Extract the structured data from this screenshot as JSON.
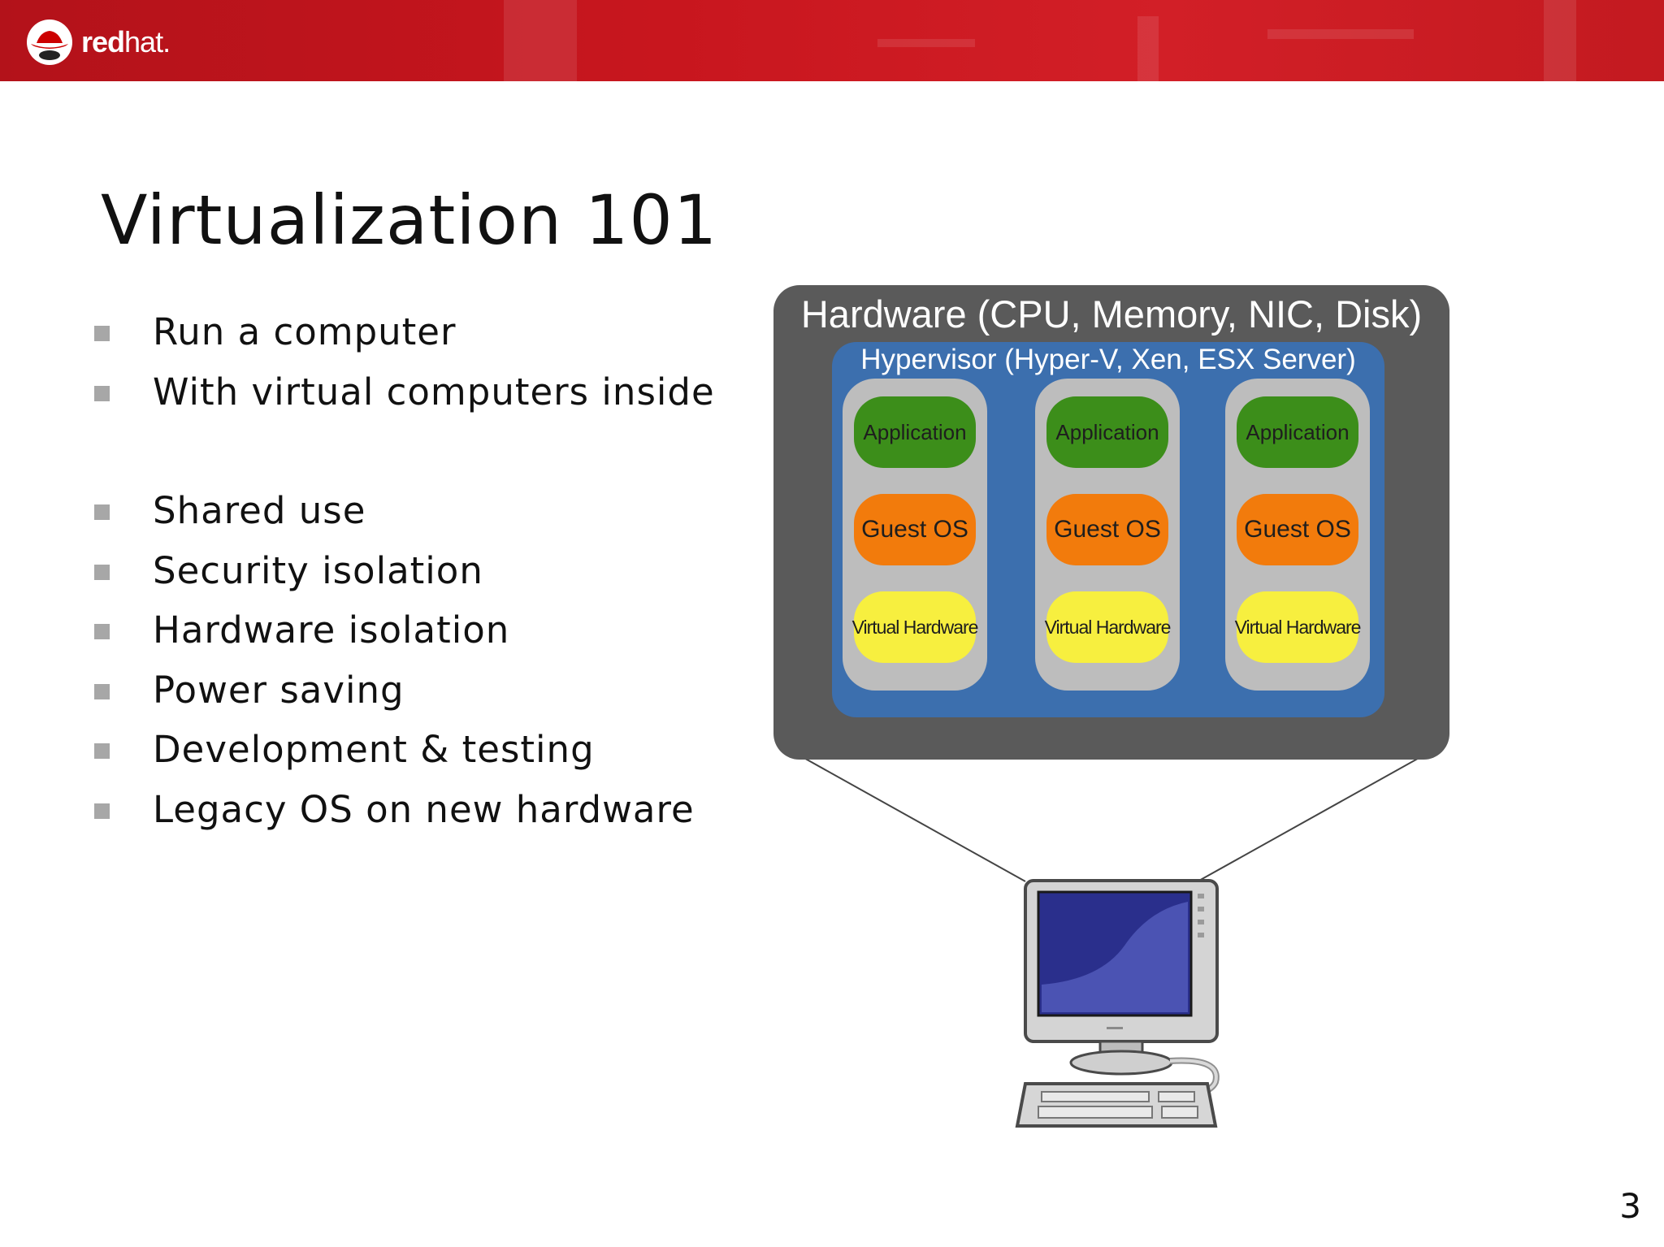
{
  "header": {
    "brand_bold": "red",
    "brand_light": "hat.",
    "colors": {
      "band": "#c8161e"
    }
  },
  "slide": {
    "title": "Virtualization 101",
    "bullets": [
      "Run a computer",
      "With virtual computers inside",
      "Shared use",
      "Security isolation",
      "Hardware isolation",
      "Power saving",
      "Development & testing",
      "Legacy OS on new hardware"
    ],
    "page_number": "3"
  },
  "diagram": {
    "hardware_label": "Hardware (CPU, Memory, NIC, Disk)",
    "hypervisor_label": "Hypervisor (Hyper-V, Xen, ESX Server)",
    "vms": [
      {
        "application": "Application",
        "guest_os": "Guest OS",
        "virtual_hardware": "Virtual Hardware"
      },
      {
        "application": "Application",
        "guest_os": "Guest OS",
        "virtual_hardware": "Virtual Hardware"
      },
      {
        "application": "Application",
        "guest_os": "Guest OS",
        "virtual_hardware": "Virtual Hardware"
      }
    ],
    "colors": {
      "hardware": "#5a5a5a",
      "hypervisor": "#3c6fae",
      "vm": "#bdbdbd",
      "application": "#3c8e1a",
      "guest_os": "#f27b0c",
      "virtual_hardware": "#f7ef3f"
    },
    "icons": [
      "desktop-computer-icon"
    ]
  }
}
